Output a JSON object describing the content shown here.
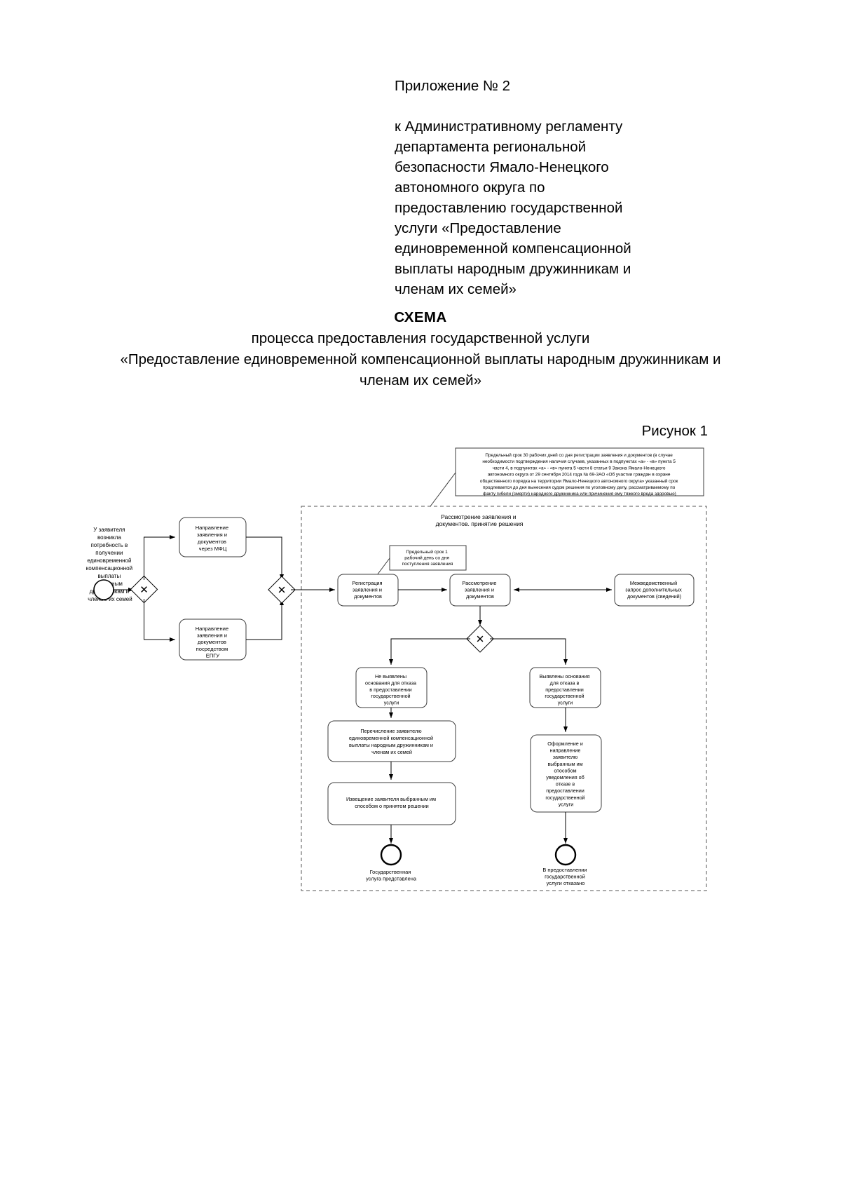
{
  "header": {
    "appendix": "Приложение № 2",
    "lines": [
      "к Административному регламенту",
      "департамента региональной",
      "безопасности Ямало-Ненецкого",
      "автономного округа по",
      "предоставлению государственной",
      "услуги «Предоставление",
      "единовременной компенсационной",
      "выплаты народным дружинникам и",
      "членам их семей»"
    ]
  },
  "title": {
    "heading": "СХЕМА",
    "subtitle_1": "процесса предоставления государственной услуги",
    "subtitle_2": "«Предоставление единовременной компенсационной выплаты народным дружинникам и членам их семей»"
  },
  "figure_label": "Рисунок 1",
  "diagram": {
    "lane_title": [
      "Рассмотрение заявления и",
      "документов. принятие решения"
    ],
    "start_event_label": [
      "У заявителя",
      "возникла",
      "потребность в",
      "получении",
      "единовременной",
      "компенсационной",
      "выплаты",
      "народным",
      "дружинникам и",
      "членам их семей"
    ],
    "note_deadline_30": [
      "Предельный срок 30 рабочих дней со дня регистрации заявления и документов (в случае",
      "необходимости подтверждения наличия случаев, указанных в подпунктах «а» - «в» пункта 5",
      "части 4, в подпунктах «а» - «в» пункта 5 части 8 статьи 9 Закона Ямало-Ненецкого",
      "автономного округа от 29 сентября 2014 года № 69-ЗАО «Об участии граждан в охране",
      "общественного порядка на территории Ямало-Ненецкого автономного округа» указанный срок",
      "продлевается до дня вынесения судом решения по уголовному делу, рассматриваемому по",
      "факту гибели (смерти) народного дружинника или причинения ему тяжкого вреда здоровью)"
    ],
    "note_deadline_1": [
      "Предельный срок 1",
      "рабочий день со дня",
      "поступления заявления"
    ],
    "task_mfc": [
      "Направление",
      "заявления  и",
      "документов",
      "через МФЦ"
    ],
    "task_epgu": [
      "Направление",
      "заявления и",
      "документов",
      "посредством",
      "ЕПГУ"
    ],
    "task_registration": [
      "Регистрация",
      "заявления и",
      "документов"
    ],
    "task_review": [
      "Рассмотрение",
      "заявления и",
      "документов"
    ],
    "task_interdept": [
      "Межведомственный",
      "запрос дополнительных",
      "документов (сведений)"
    ],
    "task_no_grounds": [
      "Не выявлены",
      "основания для отказа",
      "в предоставлении",
      "государственной",
      "услуги"
    ],
    "task_grounds": [
      "Выявлены основания",
      "для отказа в",
      "предоставлении",
      "государственной",
      "услуги"
    ],
    "task_payment": [
      "Перечисление заявителю",
      "единовременной компенсационной",
      "выплаты народным дружинникам и",
      "членам их семей"
    ],
    "task_notice": [
      "Извещение заявителя выбранным им",
      "способом о принятом решении"
    ],
    "task_refusal_notice": [
      "Оформление и",
      "направление",
      "заявителю",
      "выбранным им",
      "способом",
      "уведомления об",
      "отказе в",
      "предоставлении",
      "государственной",
      "услуги"
    ],
    "end_success": [
      "Государственная",
      "услуга представлена"
    ],
    "end_refused": [
      "В предоставлении",
      "государственной",
      "услуги отказано"
    ],
    "gateway_symbol": "✕"
  },
  "colors": {
    "ink": "#000000",
    "paper": "#ffffff",
    "stroke": "#3c3c3c",
    "dashed": "#555555"
  }
}
